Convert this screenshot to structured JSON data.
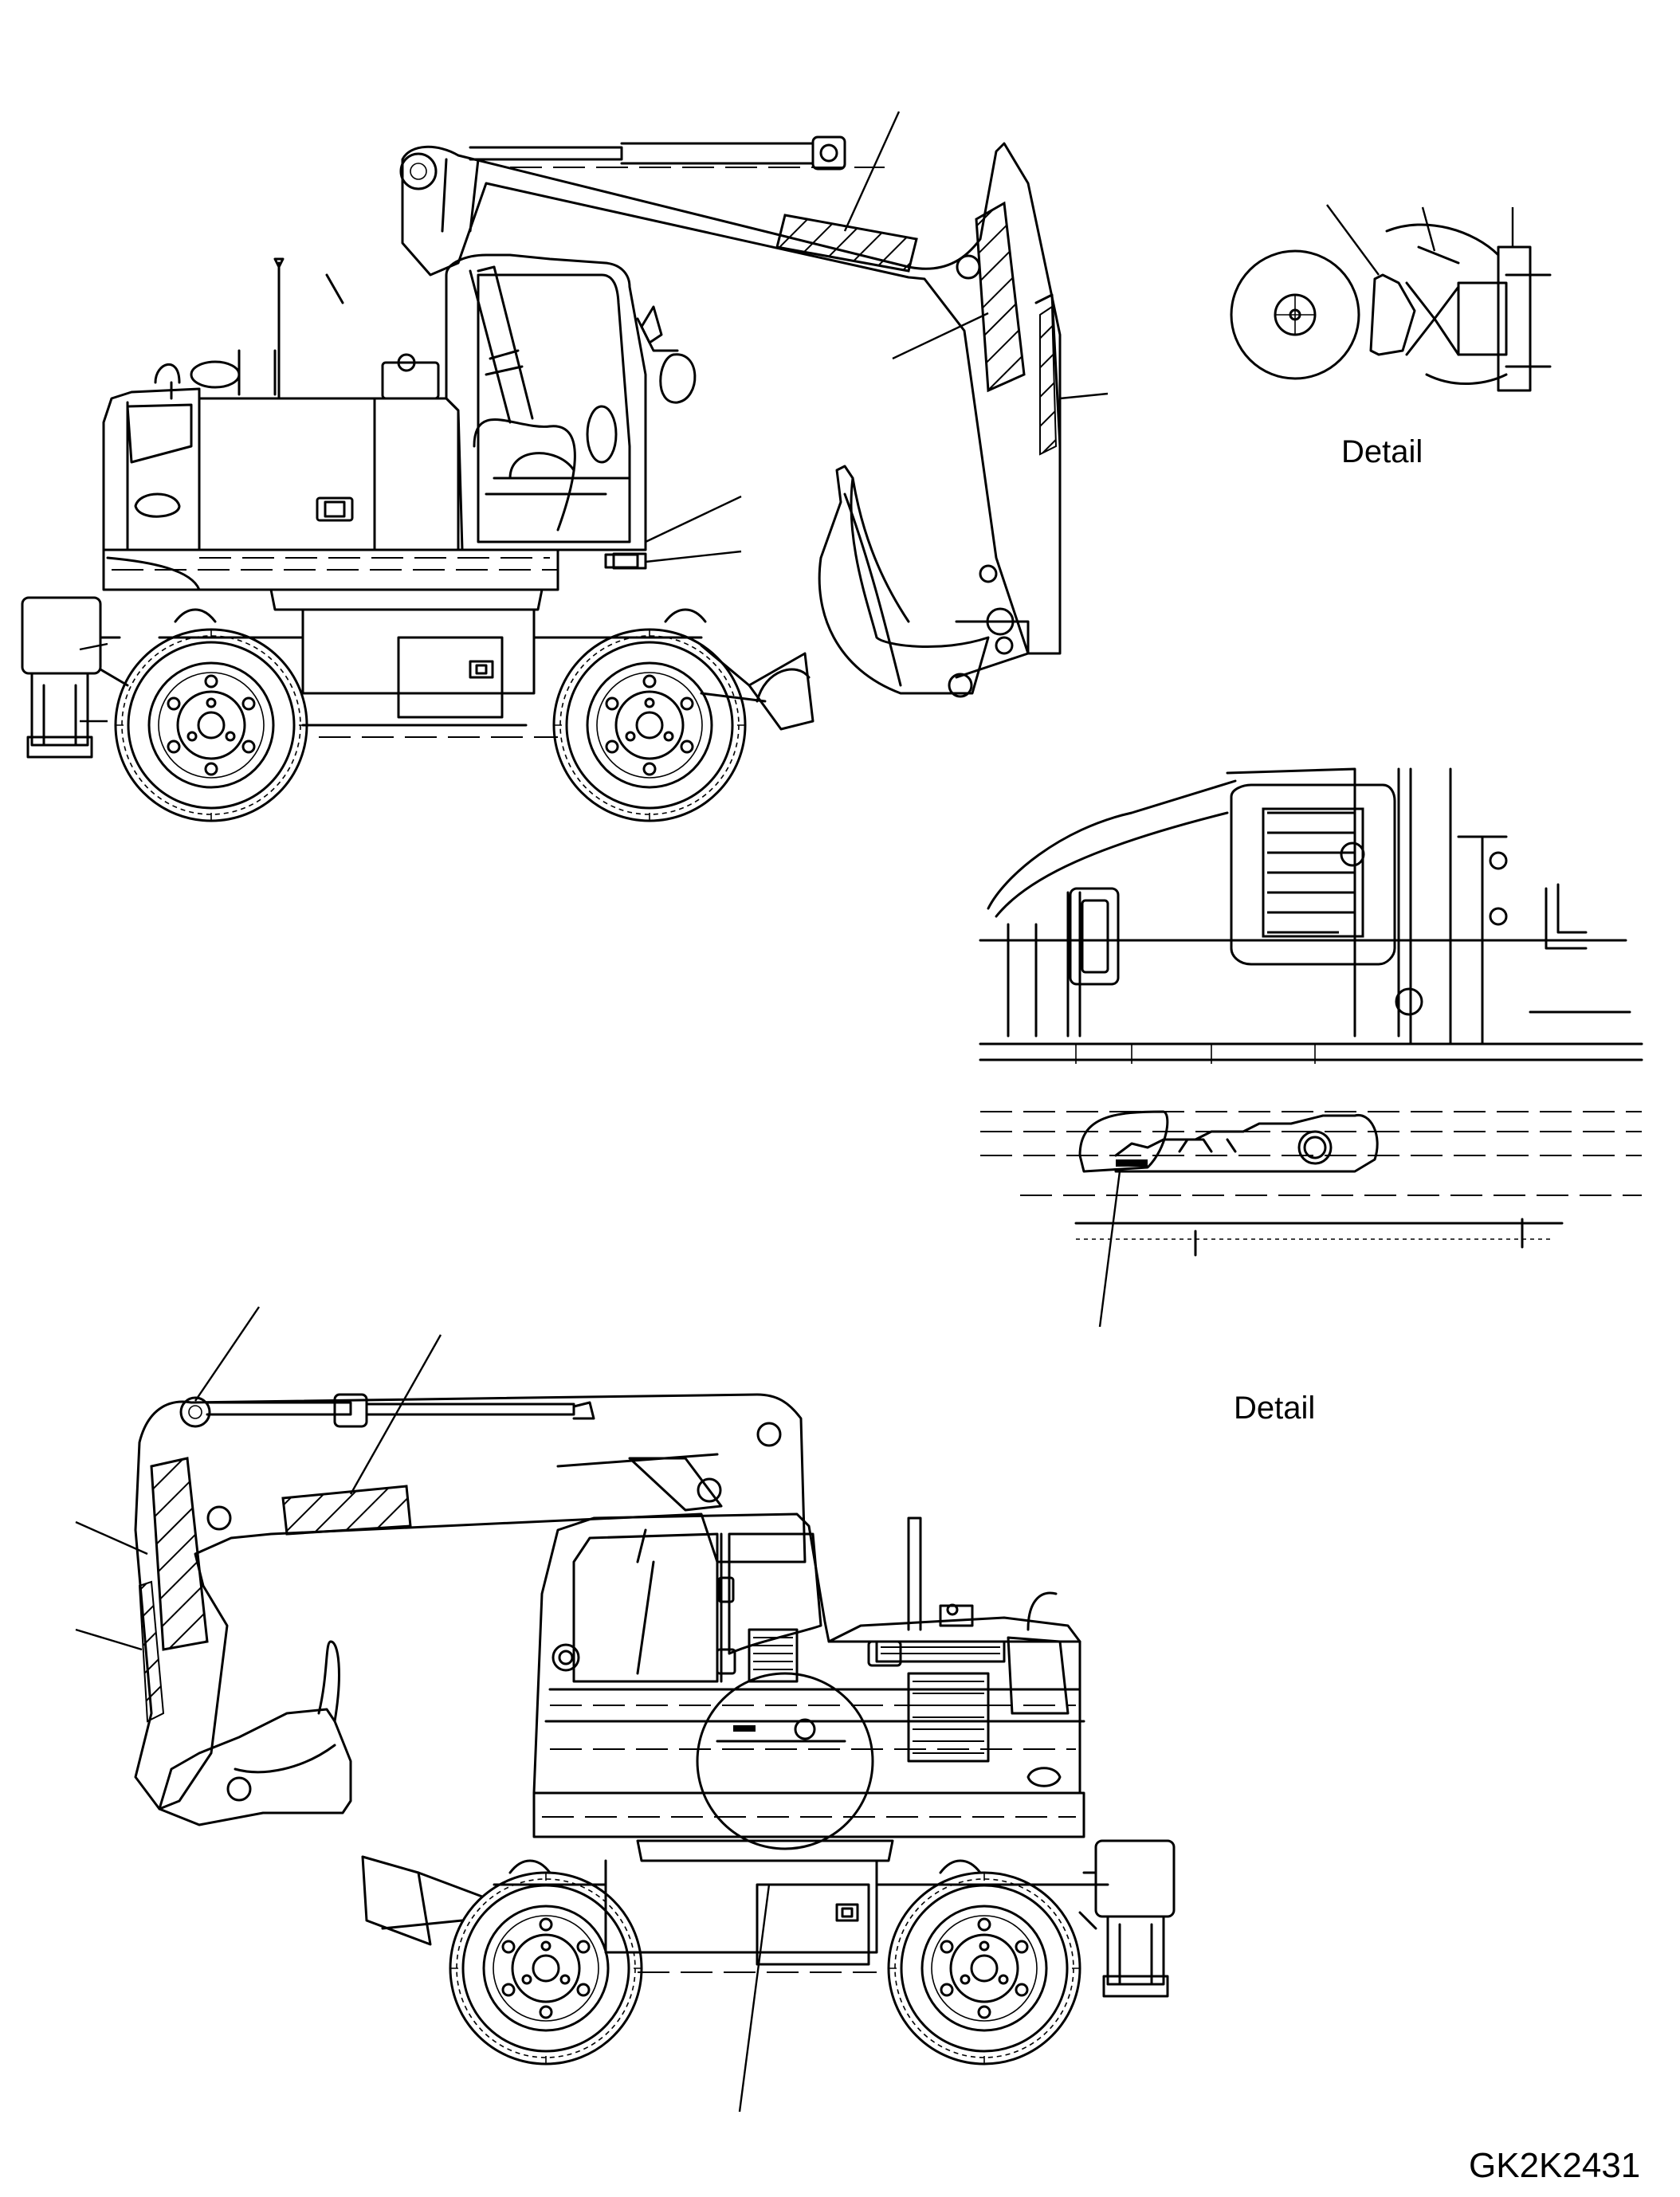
{
  "page": {
    "background": "#ffffff",
    "line_color": "#000000"
  },
  "labels": {
    "detail_top": "Detail",
    "detail_middle": "Detail",
    "drawing_code": "GK2K2431"
  },
  "icons": {
    "hatch": "diagonal-hatch-decal",
    "wheel": "wheel-icon",
    "leader": "leader-line"
  }
}
